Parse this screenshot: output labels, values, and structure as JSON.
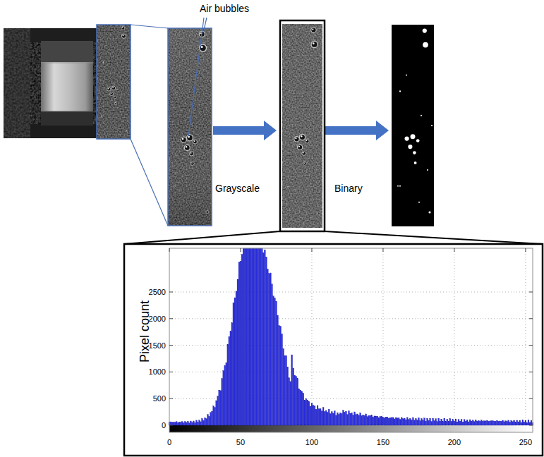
{
  "diagram": {
    "labels": [
      "Air bubbles",
      "Grayscale",
      "Binary",
      "Pixel count",
      "2500",
      "2000",
      "1500",
      "1000",
      "500",
      "0",
      "0",
      "50",
      "100",
      "150",
      "200",
      "250"
    ]
  }
}
